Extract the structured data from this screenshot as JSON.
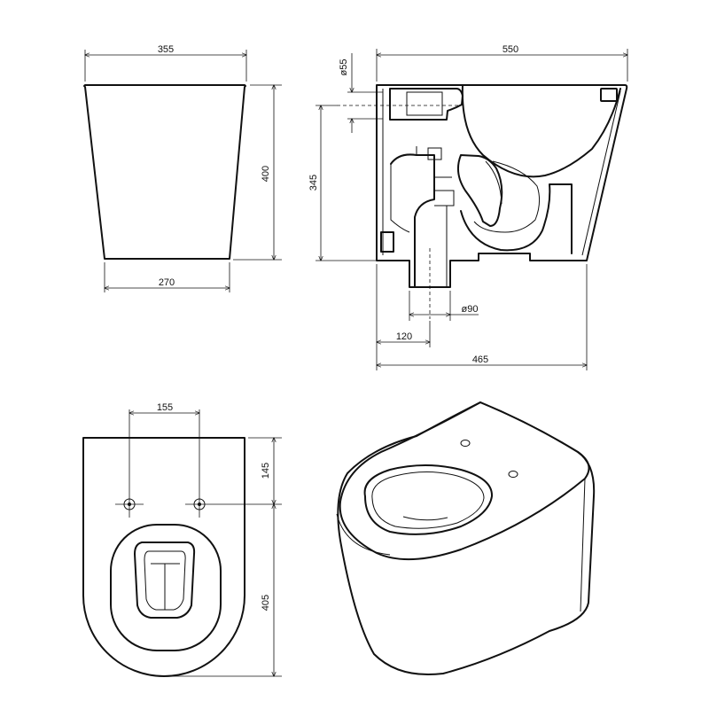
{
  "views": {
    "front": {
      "width_top": "355",
      "width_bottom": "270",
      "height": "400"
    },
    "side": {
      "length": "550",
      "outlet_height": "345",
      "inlet_diameter": "ø55",
      "outlet_diameter": "ø90",
      "outlet_offset": "120",
      "base_length": "465"
    },
    "top": {
      "hole_spacing": "155",
      "hole_to_back": "145",
      "hole_to_front": "405"
    }
  }
}
